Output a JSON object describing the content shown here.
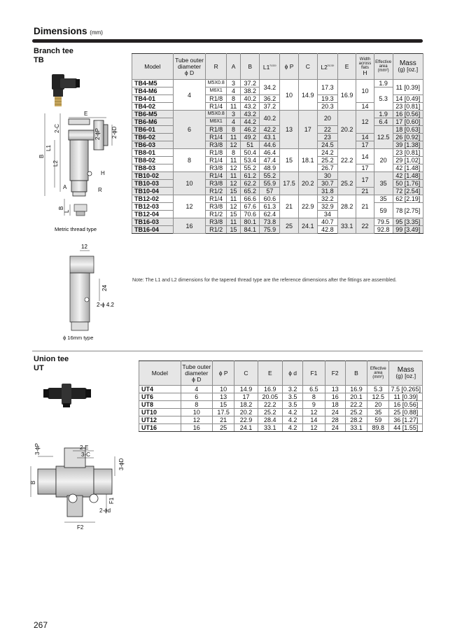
{
  "header": {
    "title": "Dimensions",
    "unit": "(mm)"
  },
  "tb": {
    "title": "Branch tee",
    "code": "TB",
    "headers": {
      "model": "Model",
      "d": [
        "Tube outer",
        "diameter",
        "ϕ D"
      ],
      "r": "R",
      "a": "A",
      "b": "B",
      "l1": "L1",
      "note": "Note",
      "p": "ϕ P",
      "c": "C",
      "l2": "L2",
      "e": "E",
      "h": [
        "Width",
        "across",
        "flats",
        "H"
      ],
      "area": [
        "Effective",
        "area",
        "(mm²)"
      ],
      "mass": [
        "Mass",
        "(g) [oz.]"
      ]
    },
    "rows": [
      {
        "model": "TB4-M5",
        "r": "M5X0.8",
        "a": "3",
        "b": "37.2",
        "l1": "34.2",
        "p": "10",
        "c": "14.9",
        "l2": "17.3",
        "e": "16.9",
        "h": "10",
        "area": "1.9",
        "mass": "11 [0.39]"
      },
      {
        "model": "TB4-M6",
        "r": "M6X1",
        "a": "4",
        "b": "38.2",
        "l1": "",
        "p": "",
        "c": "",
        "l2": "",
        "e": "",
        "h": "",
        "area": "",
        "mass": ""
      },
      {
        "model": "TB4-01",
        "r": "R1/8",
        "a": "8",
        "b": "40.2",
        "l1": "36.2",
        "p": "",
        "c": "",
        "l2": "19.3",
        "e": "",
        "h": "",
        "area": "5.3",
        "mass": "14 [0.49]"
      },
      {
        "model": "TB4-02",
        "r": "R1/4",
        "a": "11",
        "b": "43.2",
        "l1": "37.2",
        "p": "",
        "c": "",
        "l2": "20.3",
        "e": "",
        "h": "14",
        "area": "",
        "mass": "23 [0.81]"
      },
      {
        "model": "TB6-M5",
        "r": "M5X0.8",
        "a": "3",
        "b": "43.2",
        "l1": "40.2",
        "p": "13",
        "c": "17",
        "l2": "20",
        "e": "20.2",
        "h": "12",
        "area": "1.9",
        "mass": "16 [0.56]"
      },
      {
        "model": "TB6-M6",
        "r": "M6X1",
        "a": "4",
        "b": "44.2",
        "l1": "",
        "p": "",
        "c": "",
        "l2": "",
        "e": "",
        "h": "",
        "area": "6.4",
        "mass": "17 [0.60]"
      },
      {
        "model": "TB6-01",
        "r": "R1/8",
        "a": "8",
        "b": "46.2",
        "l1": "42.2",
        "p": "",
        "c": "",
        "l2": "22",
        "e": "",
        "h": "",
        "area": "12.5",
        "mass": "18 [0.63]"
      },
      {
        "model": "TB6-02",
        "r": "R1/4",
        "a": "11",
        "b": "49.2",
        "l1": "43.1",
        "p": "",
        "c": "",
        "l2": "23",
        "e": "",
        "h": "14",
        "area": "",
        "mass": "26 [0.92]"
      },
      {
        "model": "TB6-03",
        "r": "R3/8",
        "a": "12",
        "b": "51",
        "l1": "44.6",
        "p": "",
        "c": "",
        "l2": "24.5",
        "e": "",
        "h": "17",
        "area": "",
        "mass": "39 [1.38]"
      },
      {
        "model": "TB8-01",
        "r": "R1/8",
        "a": "8",
        "b": "50.4",
        "l1": "46.4",
        "p": "15",
        "c": "18.1",
        "l2": "24.2",
        "e": "22.2",
        "h": "14",
        "area": "20",
        "mass": "23 [0.81]"
      },
      {
        "model": "TB8-02",
        "r": "R1/4",
        "a": "11",
        "b": "53.4",
        "l1": "47.4",
        "p": "",
        "c": "",
        "l2": "25.2",
        "e": "",
        "h": "",
        "area": "",
        "mass": "29 [1.02]"
      },
      {
        "model": "TB8-03",
        "r": "R3/8",
        "a": "12",
        "b": "55.2",
        "l1": "48.9",
        "p": "",
        "c": "",
        "l2": "26.7",
        "e": "",
        "h": "17",
        "area": "",
        "mass": "42 [1.48]"
      },
      {
        "model": "TB10-02",
        "r": "R1/4",
        "a": "11",
        "b": "61.2",
        "l1": "55.2",
        "p": "17.5",
        "c": "20.2",
        "l2": "30",
        "e": "25.2",
        "h": "17",
        "area": "35",
        "mass": "42 [1.48]"
      },
      {
        "model": "TB10-03",
        "r": "R3/8",
        "a": "12",
        "b": "62.2",
        "l1": "55.9",
        "p": "",
        "c": "",
        "l2": "30.7",
        "e": "",
        "h": "",
        "area": "",
        "mass": "50 [1.76]"
      },
      {
        "model": "TB10-04",
        "r": "R1/2",
        "a": "15",
        "b": "65.2",
        "l1": "57",
        "p": "",
        "c": "",
        "l2": "31.8",
        "e": "",
        "h": "21",
        "area": "",
        "mass": "72 [2.54]"
      },
      {
        "model": "TB12-02",
        "r": "R1/4",
        "a": "11",
        "b": "66.6",
        "l1": "60.6",
        "p": "21",
        "c": "22.9",
        "l2": "32.2",
        "e": "28.2",
        "h": "21",
        "area": "35",
        "mass": "62 [2.19]"
      },
      {
        "model": "TB12-03",
        "r": "R3/8",
        "a": "12",
        "b": "67.6",
        "l1": "61.3",
        "p": "",
        "c": "",
        "l2": "32.9",
        "e": "",
        "h": "",
        "area": "59",
        "mass": "78 [2.75]"
      },
      {
        "model": "TB12-04",
        "r": "R1/2",
        "a": "15",
        "b": "70.6",
        "l1": "62.4",
        "p": "",
        "c": "",
        "l2": "34",
        "e": "",
        "h": "",
        "area": "",
        "mass": ""
      },
      {
        "model": "TB16-03",
        "r": "R3/8",
        "a": "11",
        "b": "80.1",
        "l1": "73.8",
        "p": "25",
        "c": "24.1",
        "l2": "40.7",
        "e": "33.1",
        "h": "22",
        "area": "79.5",
        "mass": "95 [3.35]"
      },
      {
        "model": "TB16-04",
        "r": "R1/2",
        "a": "15",
        "b": "84.1",
        "l1": "75.9",
        "p": "",
        "c": "",
        "l2": "42.8",
        "e": "",
        "h": "",
        "area": "92.8",
        "mass": "99 [3.49]"
      }
    ],
    "groups": [
      "4",
      "6",
      "8",
      "10",
      "12",
      "16"
    ],
    "note": "Note: The L1 and L2 dimensions for the tapered thread type are the reference dimensions after the fittings are assembled.",
    "drawing": {
      "labels": {
        "e": "E",
        "two_c": "2-C",
        "two_p": "2-ϕP",
        "two_d": "2-ϕD",
        "b": "B",
        "l1": "L1",
        "l2": "L2",
        "h": "H",
        "a": "A",
        "r": "R"
      },
      "metric_caption": "Metric thread type",
      "metric_labels": {
        "b": "B",
        "l": "L"
      },
      "d16_labels": {
        "w": "12",
        "h": "24",
        "hole": "2-ϕ 4.2"
      },
      "d16_caption": "ϕ 16mm type"
    }
  },
  "ut": {
    "title": "Union tee",
    "code": "UT",
    "headers": {
      "model": "Model",
      "d": [
        "Tube outer",
        "diameter",
        "ϕ D"
      ],
      "p": "ϕ P",
      "c": "C",
      "e": "E",
      "dd": "ϕ d",
      "f1": "F1",
      "f2": "F2",
      "b": "B",
      "area": [
        "Effective",
        "area",
        "(mm²)"
      ],
      "mass": [
        "Mass",
        "(g) [oz.]"
      ]
    },
    "rows": [
      {
        "model": "UT4",
        "d": "4",
        "p": "10",
        "c": "14.9",
        "e": "16.9",
        "dd": "3.2",
        "f1": "6.5",
        "f2": "13",
        "b": "16.9",
        "area": "5.3",
        "mass": "7.5 [0.265]"
      },
      {
        "model": "UT6",
        "d": "6",
        "p": "13",
        "c": "17",
        "e": "20.05",
        "dd": "3.5",
        "f1": "8",
        "f2": "16",
        "b": "20.1",
        "area": "12.5",
        "mass": "11 [0.39]"
      },
      {
        "model": "UT8",
        "d": "8",
        "p": "15",
        "c": "18.2",
        "e": "22.2",
        "dd": "3.5",
        "f1": "9",
        "f2": "18",
        "b": "22.2",
        "area": "20",
        "mass": "16 [0.56]"
      },
      {
        "model": "UT10",
        "d": "10",
        "p": "17.5",
        "c": "20.2",
        "e": "25.2",
        "dd": "4.2",
        "f1": "12",
        "f2": "24",
        "b": "25.2",
        "area": "35",
        "mass": "25 [0.88]"
      },
      {
        "model": "UT12",
        "d": "12",
        "p": "21",
        "c": "22.9",
        "e": "28.4",
        "dd": "4.2",
        "f1": "14",
        "f2": "28",
        "b": "28.2",
        "area": "59",
        "mass": "36 [1.27]"
      },
      {
        "model": "UT16",
        "d": "16",
        "p": "25",
        "c": "24.1",
        "e": "33.1",
        "dd": "4.2",
        "f1": "12",
        "f2": "24",
        "b": "33.1",
        "area": "89.8",
        "mass": "44 [1.55]"
      }
    ],
    "drawing": {
      "labels": {
        "three_p": "3-ϕP",
        "two_e": "2-E",
        "three_c": "3-C",
        "three_d": "3-ϕD",
        "b": "B",
        "f1": "F1",
        "f2": "F2",
        "two_dd": "2-ϕd"
      }
    }
  },
  "page_number": "267"
}
